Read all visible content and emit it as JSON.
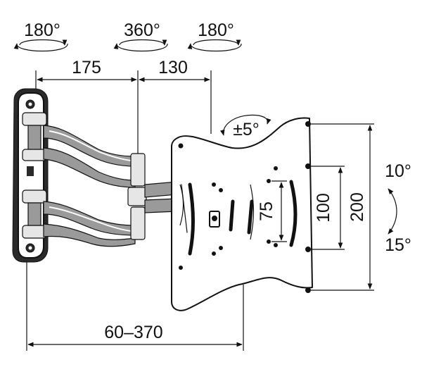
{
  "rotation": {
    "left": "180°",
    "middle": "360°",
    "right": "180°"
  },
  "dimensions": {
    "arm_first": "175",
    "arm_second": "130",
    "swivel": "±5°",
    "vesa_small_v": "75",
    "vesa_mid_v": "100",
    "vesa_large_v": "200",
    "tilt_up": "10°",
    "tilt_down": "15°",
    "extension": "60–370"
  },
  "colors": {
    "line": "#111111",
    "arm": "#9a9a9a",
    "plate": "#ffffff"
  }
}
